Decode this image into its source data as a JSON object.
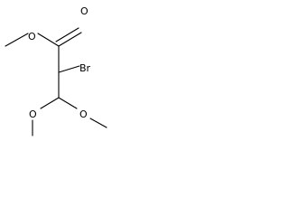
{
  "molecule": {
    "atoms": {
      "carbonyl_oxygen": "O",
      "ester_oxygen": "O",
      "bromine": "Br",
      "methoxy_oxygen_1": "O",
      "methoxy_oxygen_2": "O"
    }
  },
  "colors": {
    "background": "#ffffff",
    "ink": "#000000"
  }
}
